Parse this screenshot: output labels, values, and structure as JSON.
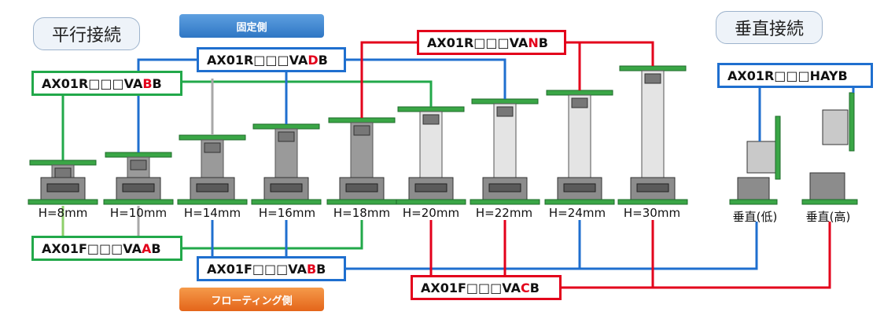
{
  "sections": {
    "parallel": "平行接続",
    "vertical": "垂直接続"
  },
  "badges": {
    "fixed": "固定側",
    "floating": "フローティング側"
  },
  "part_numbers": {
    "vadb": {
      "prefix": "AX01R□□□VA",
      "hl": "D",
      "suffix": "B"
    },
    "vabb_r": {
      "prefix": "AX01R□□□VA",
      "hl": "B",
      "suffix": "B"
    },
    "vanb": {
      "prefix": "AX01R□□□VA",
      "hl": "N",
      "suffix": "B"
    },
    "hayb": {
      "prefix": "AX01R□□□HAYB",
      "hl": "",
      "suffix": ""
    },
    "vaab": {
      "prefix": "AX01F□□□VA",
      "hl": "A",
      "suffix": "B"
    },
    "vabb_f": {
      "prefix": "AX01F□□□VA",
      "hl": "B",
      "suffix": "B"
    },
    "vacb": {
      "prefix": "AX01F□□□VA",
      "hl": "C",
      "suffix": "B"
    }
  },
  "heights": [
    "H=8mm",
    "H=10mm",
    "H=14mm",
    "H=16mm",
    "H=18mm",
    "H=20mm",
    "H=22mm",
    "H=24mm",
    "H=30mm"
  ],
  "vertical_labels": [
    "垂直(低)",
    "垂直(高)"
  ],
  "colors": {
    "green": "#22a84a",
    "blue": "#1f6fcf",
    "red": "#e3001b",
    "gray": "#a8a8a8",
    "pcb": "#3aa646",
    "badge_blue": "#3a86d6",
    "badge_orange": "#f07a1e"
  }
}
